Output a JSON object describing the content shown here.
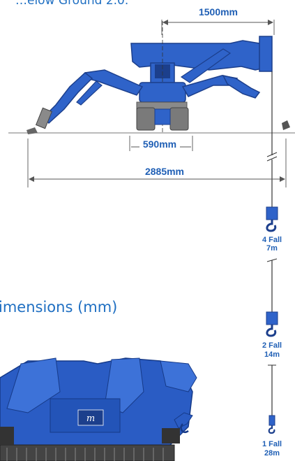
{
  "header": {
    "clipped_title": "…elow Ground 2.0."
  },
  "section": {
    "clipped_heading": "imensions (mm)"
  },
  "dimensions": {
    "boom_offset": "1500mm",
    "track_width": "590mm",
    "outrigger_span": "2885mm"
  },
  "falls": [
    {
      "line1": "4 Fall",
      "line2": "7m"
    },
    {
      "line1": "2 Fall",
      "line2": "14m"
    },
    {
      "line1": "1 Fall",
      "line2": "28m"
    }
  ],
  "colors": {
    "machine_blue": "#2f63c9",
    "machine_dark": "#1c3f8c",
    "text_blue": "#1f5fb5",
    "line": "#555555"
  }
}
